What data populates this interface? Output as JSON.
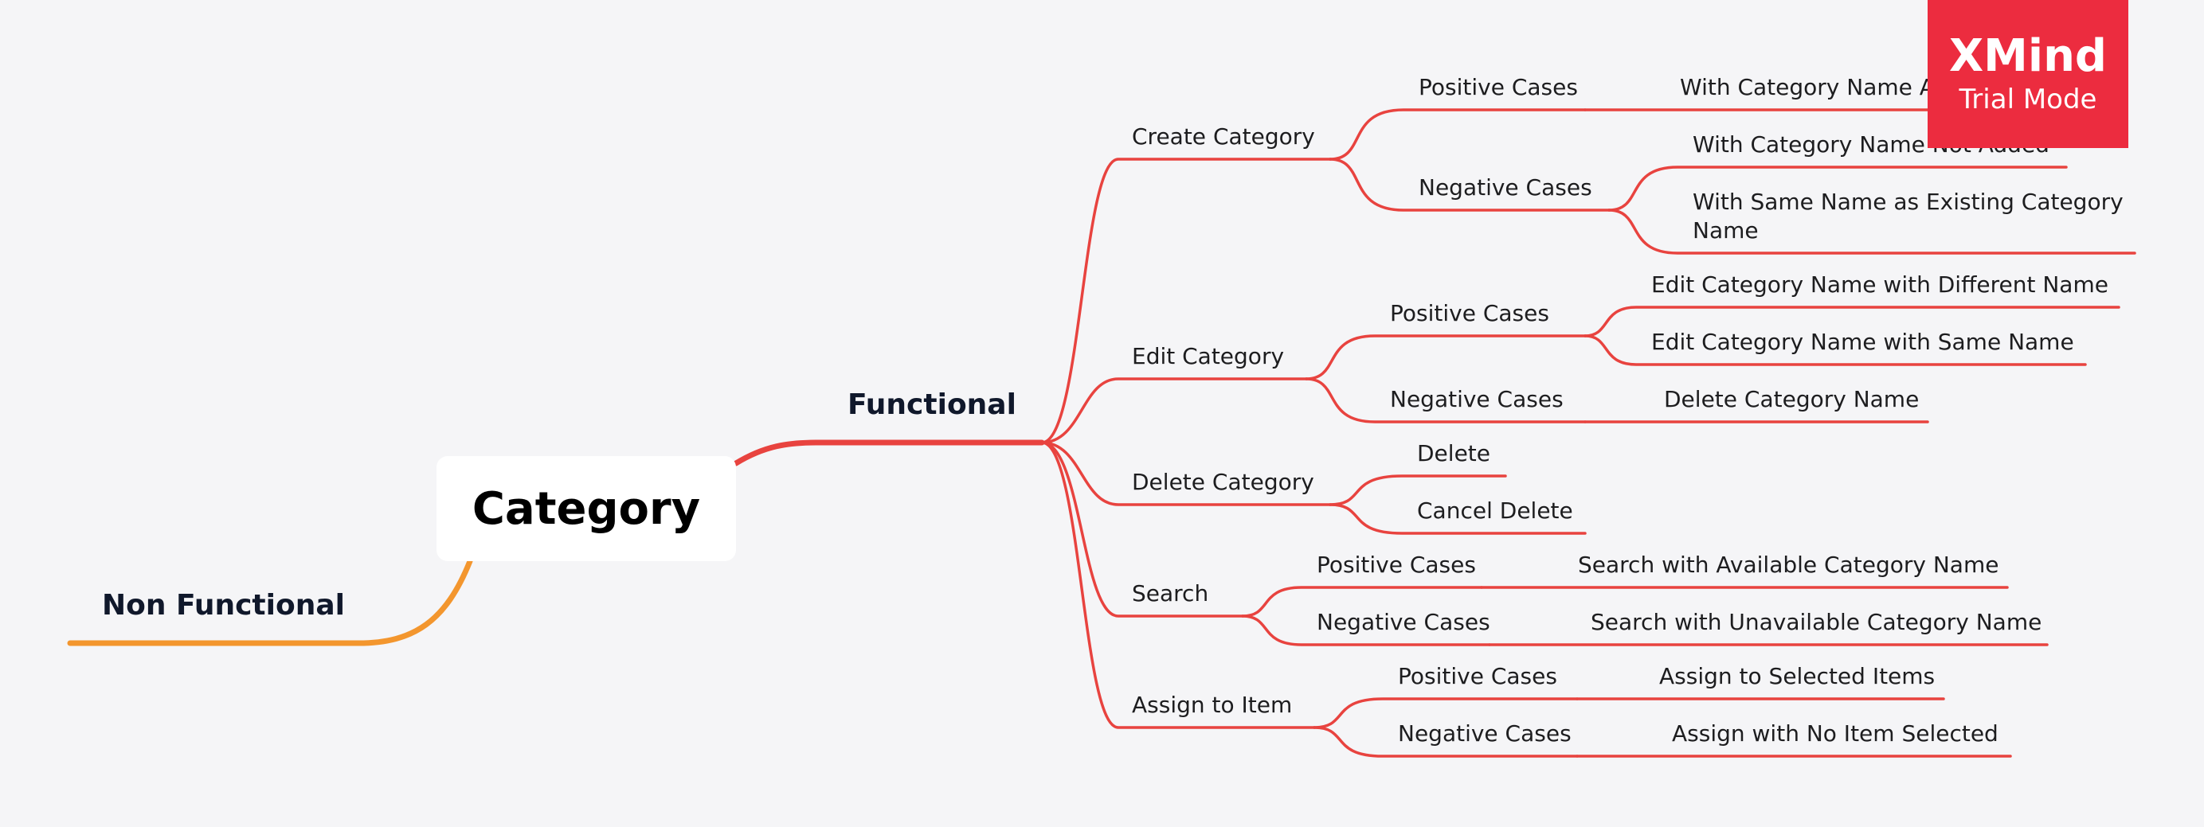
{
  "colors": {
    "background": "#f5f5f7",
    "functional_branch": "#e8433f",
    "non_functional_branch": "#f3962e",
    "watermark": "#ec2c3f"
  },
  "root": {
    "label": "Category"
  },
  "functional": {
    "label": "Functional",
    "topics": [
      {
        "label": "Create Category",
        "children": [
          {
            "label": "Positive Cases",
            "children": [
              {
                "label": "With Category Name Added"
              }
            ]
          },
          {
            "label": "Negative Cases",
            "children": [
              {
                "label": "With Category Name Not Added"
              },
              {
                "label": "With Same Name as Existing Category Name"
              }
            ]
          }
        ]
      },
      {
        "label": "Edit Category",
        "children": [
          {
            "label": "Positive Cases",
            "children": [
              {
                "label": "Edit Category Name with Different Name"
              },
              {
                "label": "Edit Category Name with Same Name"
              }
            ]
          },
          {
            "label": "Negative Cases",
            "children": [
              {
                "label": "Delete Category Name"
              }
            ]
          }
        ]
      },
      {
        "label": "Delete Category",
        "children": [
          {
            "label": "Delete"
          },
          {
            "label": "Cancel Delete"
          }
        ]
      },
      {
        "label": "Search",
        "children": [
          {
            "label": "Positive Cases",
            "children": [
              {
                "label": "Search with Available Category Name"
              }
            ]
          },
          {
            "label": "Negative Cases",
            "children": [
              {
                "label": "Search with Unavailable Category Name"
              }
            ]
          }
        ]
      },
      {
        "label": "Assign to Item",
        "children": [
          {
            "label": "Positive Cases",
            "children": [
              {
                "label": "Assign to Selected Items"
              }
            ]
          },
          {
            "label": "Negative Cases",
            "children": [
              {
                "label": "Assign with No Item Selected"
              }
            ]
          }
        ]
      }
    ]
  },
  "non_functional": {
    "label": "Non Functional"
  },
  "watermark": {
    "brand": "XMind",
    "mode": "Trial Mode"
  }
}
